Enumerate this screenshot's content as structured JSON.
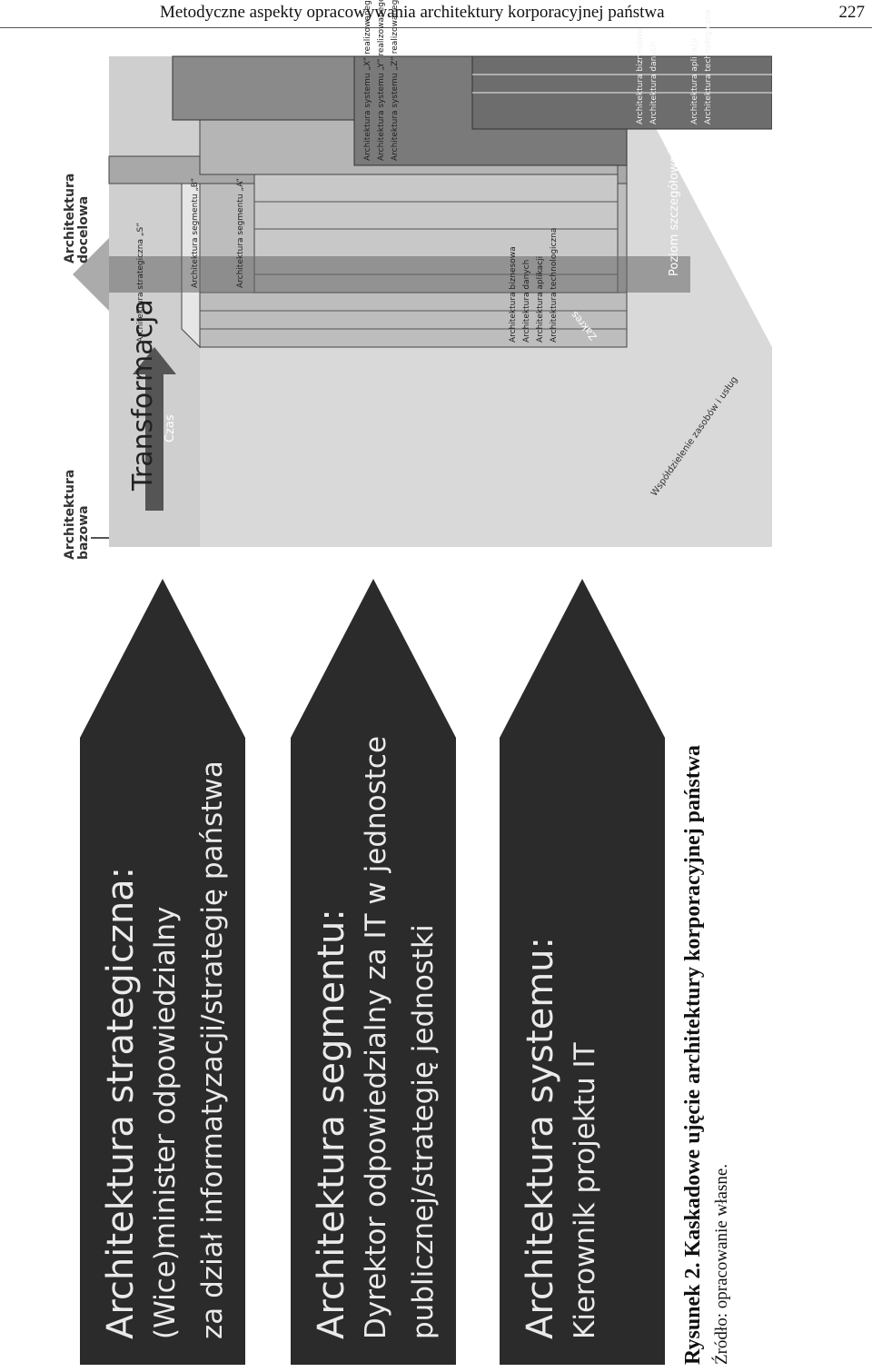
{
  "header": {
    "running_title": "Metodyczne aspekty opracowywania architektury korporacyjnej państwa",
    "page_number": "227"
  },
  "roles": [
    {
      "title": "Architektura strategiczna:",
      "owner_lines": [
        "(Wice)minister odpowiedzialny",
        "za dział informatyzacji/strategię państwa"
      ]
    },
    {
      "title": "Architektura segmentu:",
      "owner_lines": [
        "Dyrektor odpowiedzialny za IT w jednostce",
        "publicznej/strategię jednostki"
      ]
    },
    {
      "title": "Architektura systemu:",
      "owner_lines": [
        "Kierownik projektu IT"
      ]
    }
  ],
  "diagram": {
    "baseline_label": "Architektura bazowa",
    "target_label": "Architektura docelowa",
    "transformation_label": "Transformacja",
    "time_label": "Czas",
    "detail_label": "Poziom szczegółowości",
    "sharing_label": "Współdzielenie zasobów i usług",
    "scope_label": "Zakres",
    "strategic_block_title": "Architektura strategiczna „S”",
    "segment_block_titles": [
      "Architektura segmentu „A”",
      "Architektura segmentu „B”"
    ],
    "system_block_titles": [
      "Architektura systemu „X” realizowanego w ramach projektu „A”",
      "Architektura systemu „Y” realizowanego w ramach projektu „B”",
      "Architektura systemu „Z” realizowanego w ramach projektu „C”"
    ],
    "layers": [
      "Architektura biznesowa",
      "Architektura danych",
      "Architektura aplikacji",
      "Architektura technologiczna"
    ]
  },
  "figure": {
    "caption": "Rysunek 2. Kaskadowe ujęcie architektury korporacyjnej państwa",
    "source": "Źródło: opracowanie własne."
  }
}
